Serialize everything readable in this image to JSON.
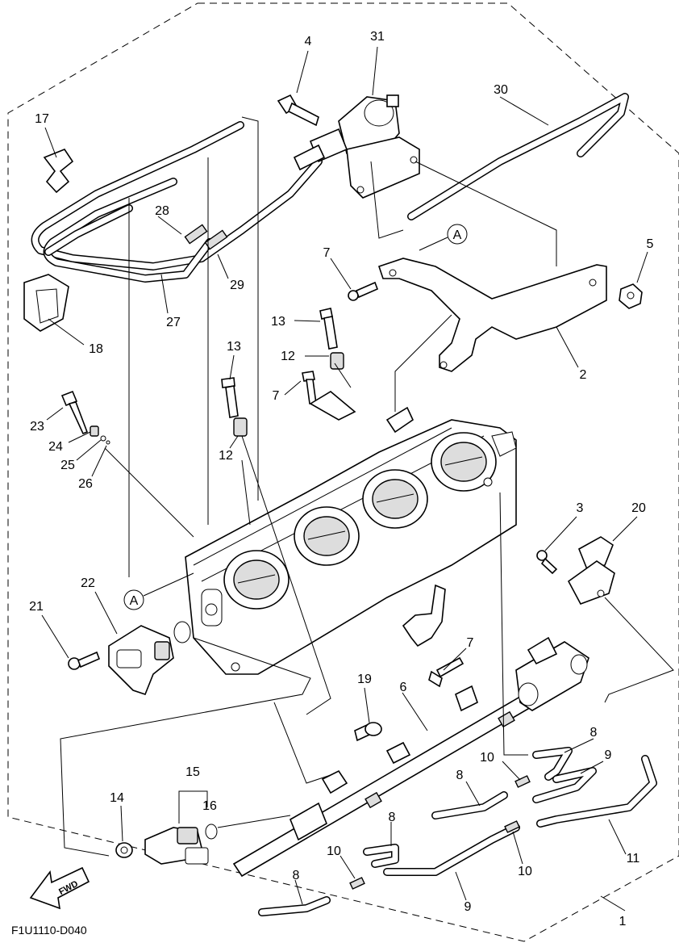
{
  "diagram": {
    "code": "F1U1110-D040",
    "fwd_label": "FWD",
    "ref_markers": [
      "A",
      "A"
    ],
    "callouts": {
      "c1": "1",
      "c2": "2",
      "c3": "3",
      "c4": "4",
      "c5": "5",
      "c6": "6",
      "c7a": "7",
      "c7b": "7",
      "c7c": "7",
      "c8a": "8",
      "c8b": "8",
      "c8c": "8",
      "c8d": "8",
      "c9a": "9",
      "c9b": "9",
      "c10a": "10",
      "c10b": "10",
      "c10c": "10",
      "c11": "11",
      "c12a": "12",
      "c12b": "12",
      "c13a": "13",
      "c13b": "13",
      "c14": "14",
      "c15": "15",
      "c16": "16",
      "c17": "17",
      "c18": "18",
      "c19": "19",
      "c20": "20",
      "c21": "21",
      "c22": "22",
      "c23": "23",
      "c24": "24",
      "c25": "25",
      "c26": "26",
      "c27": "27",
      "c28": "28",
      "c29": "29",
      "c30": "30",
      "c31": "31"
    }
  }
}
